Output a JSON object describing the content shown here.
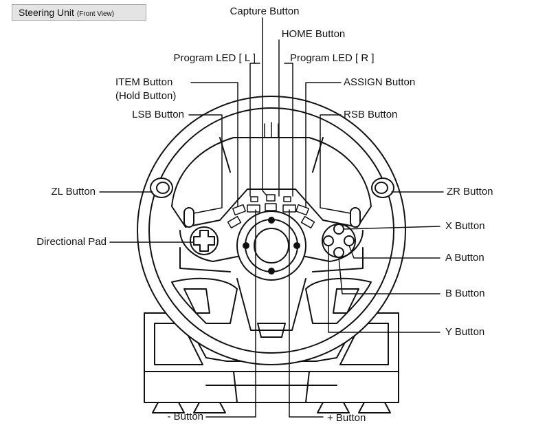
{
  "title": {
    "main": "Steering Unit",
    "sub": "(Front View)"
  },
  "labels": {
    "capture": "Capture Button",
    "home": "HOME Button",
    "prog_led_l": "Program LED [ L ]",
    "prog_led_r": "Program LED [ R ]",
    "item_line1": "ITEM Button",
    "item_line2": "(Hold Button)",
    "assign": "ASSIGN Button",
    "lsb": "LSB Button",
    "rsb": "RSB Button",
    "zl": "ZL Button",
    "zr": "ZR Button",
    "dpad": "Directional Pad",
    "x": "X Button",
    "a": "A Button",
    "b": "B Button",
    "y": "Y Button",
    "minus": "- Button",
    "plus": "+ Button"
  },
  "colors": {
    "line": "#111111",
    "body": "#ffffff",
    "title_bg": "#e4e4e4"
  }
}
